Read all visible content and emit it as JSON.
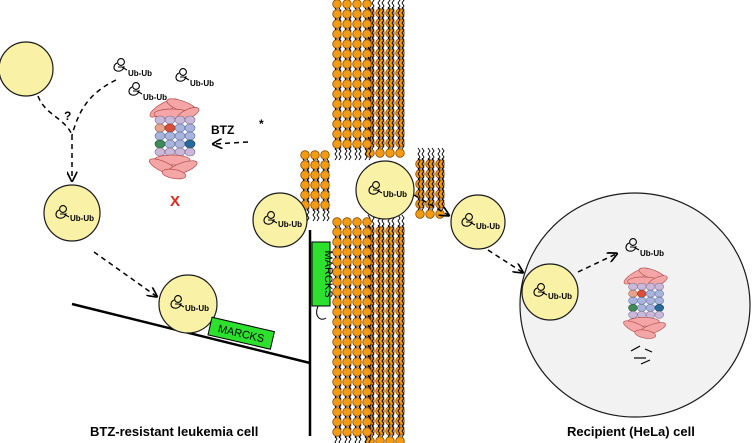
{
  "labels": {
    "ubiquitin_chain": "Ub-Ub",
    "drug": "BTZ",
    "asterisk": "*",
    "question": "?",
    "inhibited": "X",
    "marcks_horizontal": "MARCKS",
    "marcks_vertical": "MARCKS"
  },
  "captions": {
    "left_cell": "BTZ-resistant leukemia cell",
    "right_cell": "Recipient (HeLa) cell"
  },
  "colors": {
    "vesicle_fill": "#f8f1a6",
    "vesicle_stroke": "#1a1a1a",
    "marcks_fill": "#2ee02e",
    "lipid_head": "#f39c12",
    "recipient_cell_fill": "#f2f2f2",
    "proteasome_cap": "#f4a6a6",
    "proteasome_ring": "#a9b4dc",
    "inhibited_mark": "#e0261e"
  },
  "icons": [
    "ubiquitin-icon",
    "proteasome-icon",
    "lipid-bilayer-icon"
  ]
}
